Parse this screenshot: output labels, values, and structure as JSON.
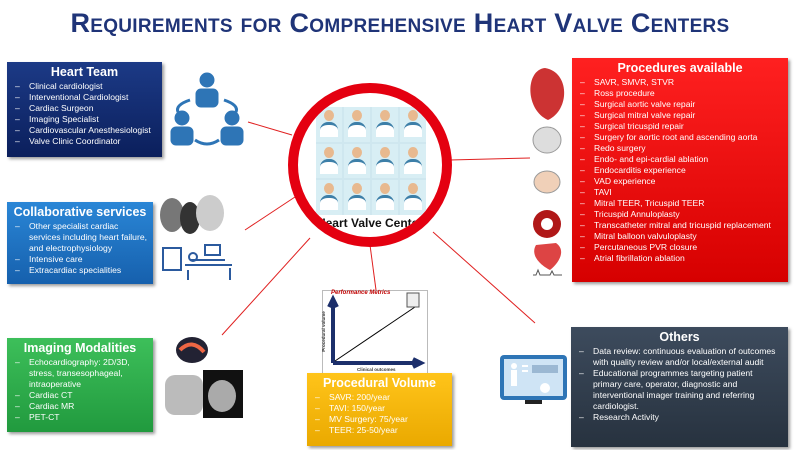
{
  "title": "Requirements for Comprehensive Heart Valve Centers",
  "center": {
    "label": "Heart Valve Center"
  },
  "heart_team": {
    "title": "Heart Team",
    "items": [
      "Clinical cardiologist",
      "Interventional Cardiologist",
      "Cardiac Surgeon",
      "Imaging Specialist",
      "Cardiovascular Anesthesiologist",
      "Valve Clinic Coordinator"
    ]
  },
  "collaborative": {
    "title": "Collaborative services",
    "items": [
      "Other specialist cardiac services including heart failure, and electrophysiology",
      "Intensive care",
      "Extracardiac specialities"
    ]
  },
  "imaging": {
    "title": "Imaging Modalities",
    "items": [
      "Echocardiography: 2D/3D, stress, transesophageal, intraoperative",
      "Cardiac CT",
      "Cardiac MR",
      "PET-CT"
    ]
  },
  "procedures": {
    "title": "Procedures available",
    "items": [
      "SAVR, SMVR, STVR",
      "Ross procedure",
      "Surgical aortic valve repair",
      "Surgical mitral valve repair",
      "Surgical tricuspid repair",
      "Surgery for aortic root and ascending aorta",
      "Redo surgery",
      "Endo- and epi-cardial ablation",
      "Endocarditis experience",
      "VAD experience",
      "TAVI",
      "Mitral TEER, Tricuspid TEER",
      "Tricuspid Annuloplasty",
      "Transcatheter mitral and tricuspid replacement",
      "Mitral balloon valvuloplasty",
      "Percutaneous PVR closure",
      "Atrial fibrillation ablation"
    ]
  },
  "performance": {
    "title": "Performance Metrics",
    "ylabel": "Procedural volume",
    "xlabel": "Clinical outcomes"
  },
  "volume": {
    "title": "Procedural Volume",
    "items": [
      "SAVR: 200/year",
      "TAVI: 150/year",
      "MV Surgery: 75/year",
      "TEER: 25-50/year"
    ]
  },
  "others": {
    "title": "Others",
    "items": [
      "Data review: continuous evaluation of outcomes with quality review and/or local/external audit",
      "Educational programmes targeting patient primary care, operator, diagnostic and interventional imager training and referring cardiologist.",
      "Research Activity"
    ]
  },
  "colors": {
    "title": "#1f3478",
    "ring": "#e40010",
    "team": "#0b1f5c",
    "collab": "#1660ad",
    "imaging": "#219a3e",
    "procedures": "#e00000",
    "others": "#2f3b4a",
    "volume": "#f5b800"
  }
}
